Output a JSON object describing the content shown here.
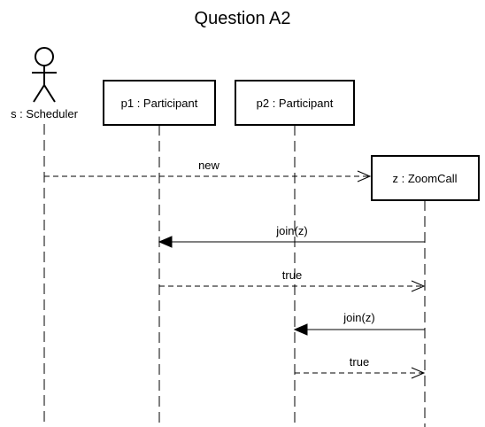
{
  "title": "Question A2",
  "actor": {
    "label": "s : Scheduler"
  },
  "participants": {
    "p1": "p1 : Participant",
    "p2": "p2 : Participant",
    "z": "z : ZoomCall"
  },
  "messages": [
    {
      "label": "new",
      "from": "s",
      "to": "z",
      "style": "dashed",
      "arrow": "open"
    },
    {
      "label": "join(z)",
      "from": "z",
      "to": "p1",
      "style": "solid",
      "arrow": "filled"
    },
    {
      "label": "true",
      "from": "p1",
      "to": "z",
      "style": "dashed",
      "arrow": "open"
    },
    {
      "label": "join(z)",
      "from": "z",
      "to": "p2",
      "style": "solid",
      "arrow": "filled"
    },
    {
      "label": "true",
      "from": "p2",
      "to": "z",
      "style": "dashed",
      "arrow": "open"
    }
  ]
}
